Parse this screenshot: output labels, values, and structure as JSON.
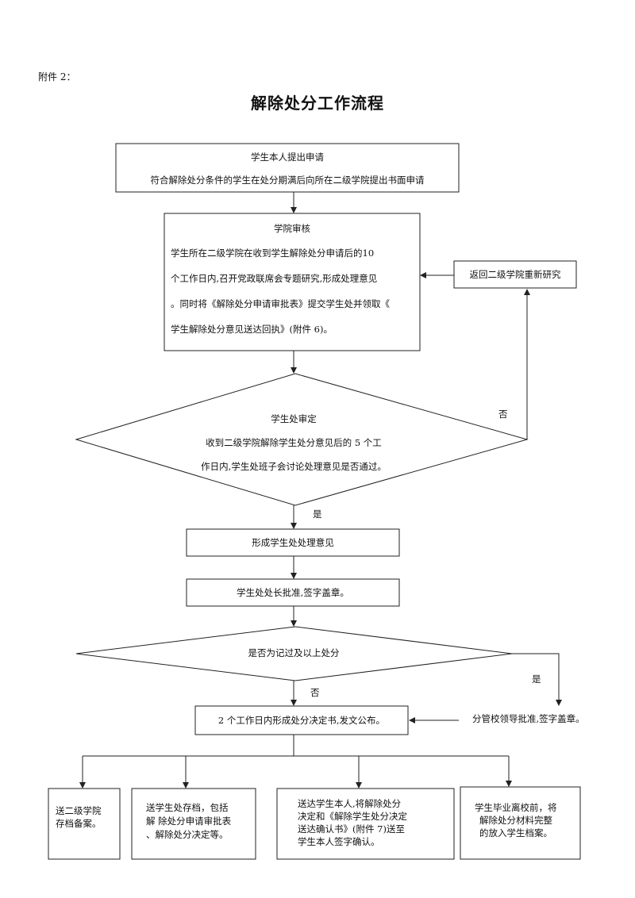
{
  "header": {
    "attachment_label": "附件 2：",
    "title": "解除处分工作流程"
  },
  "steps": {
    "apply": {
      "title": "学生本人提出申请",
      "detail": "符合解除处分条件的学生在处分期满后向所在二级学院提出书面申请"
    },
    "college_review": {
      "title": "学院审核",
      "line1": "学生所在二级学院在收到学生解除处分申请后的10",
      "line2": "个工作日内,召开党政联席会专题研究,形成处理意见",
      "line3": "。同时将《解除处分申请审批表》提交学生处并领取《",
      "line4": "学生解除处分意见送达回执》(附件 6)。"
    },
    "return_box": "返回二级学院重新研究",
    "office_review": {
      "title": "学生处审定",
      "line1": "收到二级学院解除学生处分意见后的 5 个工",
      "line2": "作日内,学生处班子会讨论处理意见是否通过。"
    },
    "form_opinion": "形成学生处处理意见",
    "director_approve": "学生处处长批准,签字盖章。",
    "decision_question": "是否为记过及以上处分",
    "decision_doc": "2 个工作日内形成处分决定书,发文公布。",
    "leader_approve": "分管校领导批准,签字盖章。"
  },
  "labels": {
    "no_top": "否",
    "yes_mid": "是",
    "yes_right": "是",
    "no_bottom": "否"
  },
  "outputs": {
    "o1": {
      "line1": "送二级学院",
      "line2": "存档备案。"
    },
    "o2": {
      "line1": "送学生处存档，包括",
      "line2": "解  除处分申请审批表",
      "line3": "、解除处分决定等。"
    },
    "o3": {
      "line1": "送达学生本人,将解除处分",
      "line2": "决定和《解除学生处分决定",
      "line3": "送达确认书》(附件 7)送至",
      "line4": "学生本人签字确认。"
    },
    "o4": {
      "line1": "学生毕业离校前，将",
      "line2": "解除处分材料完整",
      "line3": "的放入学生档案。"
    }
  }
}
